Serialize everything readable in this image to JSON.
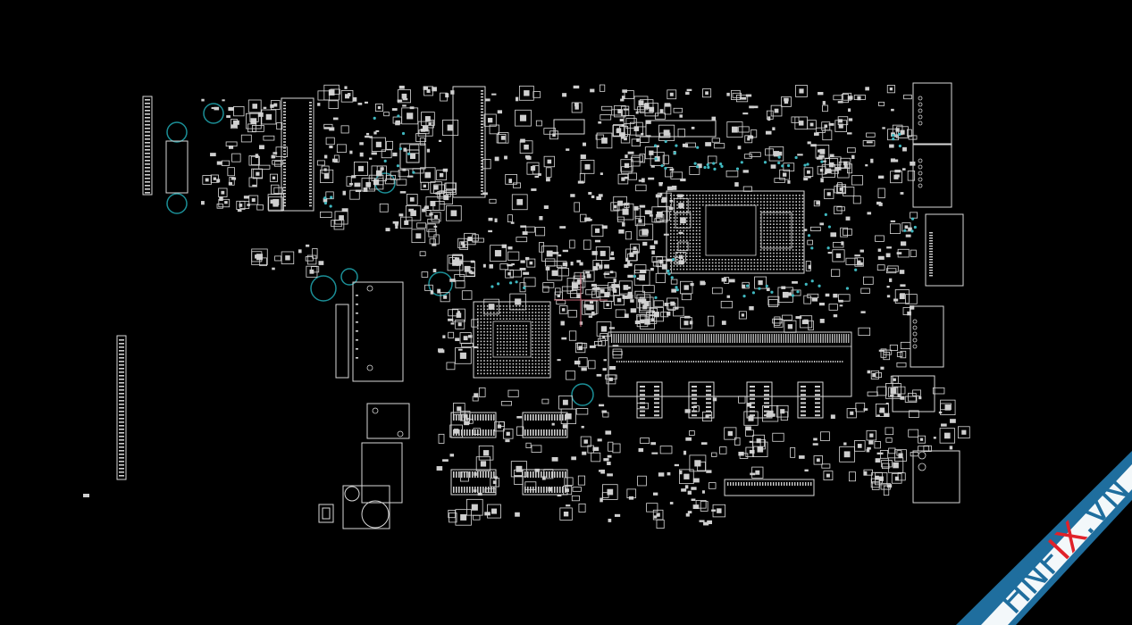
{
  "viewer": {
    "background": "#000000",
    "outline_color": "#d8d8d8",
    "test_point_color": "#3fb8c0",
    "mount_hole_color": "#1b8f97"
  },
  "watermark": {
    "prefix": "HNF",
    "mark": "IX",
    "suffix": ".VN",
    "band_color": "#1f6e9e",
    "mark_color": "#e0222a",
    "text_color": "#ffffff"
  }
}
